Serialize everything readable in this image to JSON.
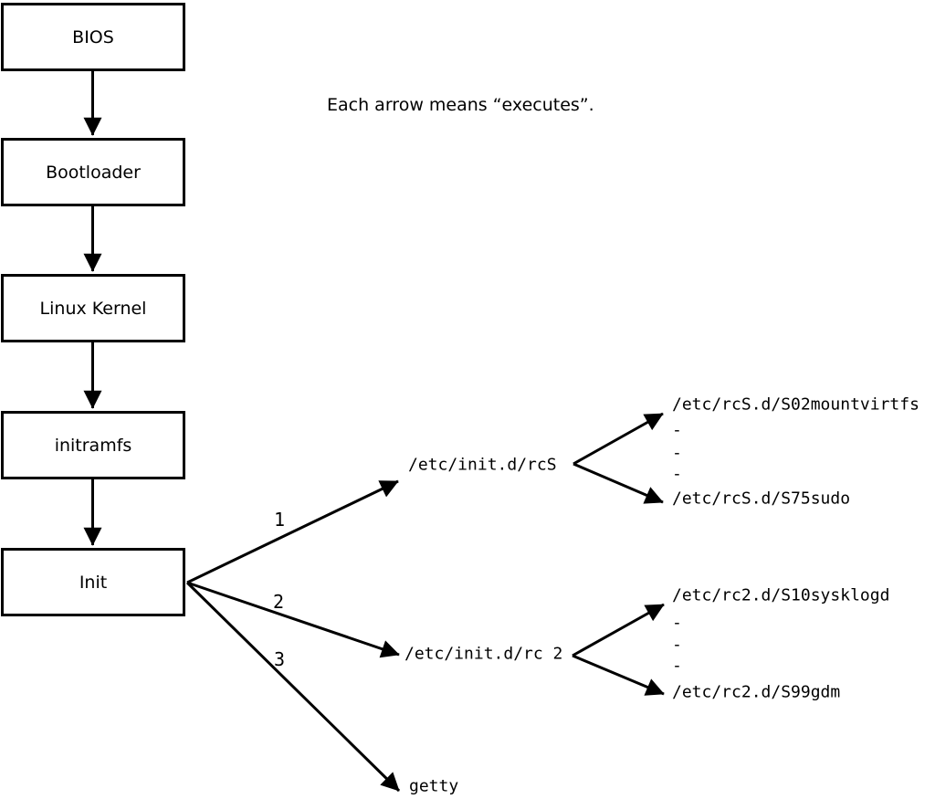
{
  "note": "Each arrow means “executes”.",
  "boot_chain": [
    {
      "label": "BIOS"
    },
    {
      "label": "Bootloader"
    },
    {
      "label": "Linux Kernel"
    },
    {
      "label": "initramfs"
    },
    {
      "label": "Init"
    }
  ],
  "branches": [
    {
      "order": "1",
      "target": "/etc/init.d/rcS"
    },
    {
      "order": "2",
      "target": "/etc/init.d/rc 2"
    },
    {
      "order": "3",
      "target": "getty"
    }
  ],
  "rcS_scripts": {
    "first": "/etc/rcS.d/S02mountvirtfs",
    "ellipsis": [
      "-",
      "-",
      "-"
    ],
    "last": "/etc/rcS.d/S75sudo"
  },
  "rc2_scripts": {
    "first": "/etc/rc2.d/S10sysklogd",
    "ellipsis": [
      "-",
      "-",
      "-"
    ],
    "last": "/etc/rc2.d/S99gdm"
  },
  "colors": {
    "ink": "#000000",
    "background": "#ffffff"
  }
}
